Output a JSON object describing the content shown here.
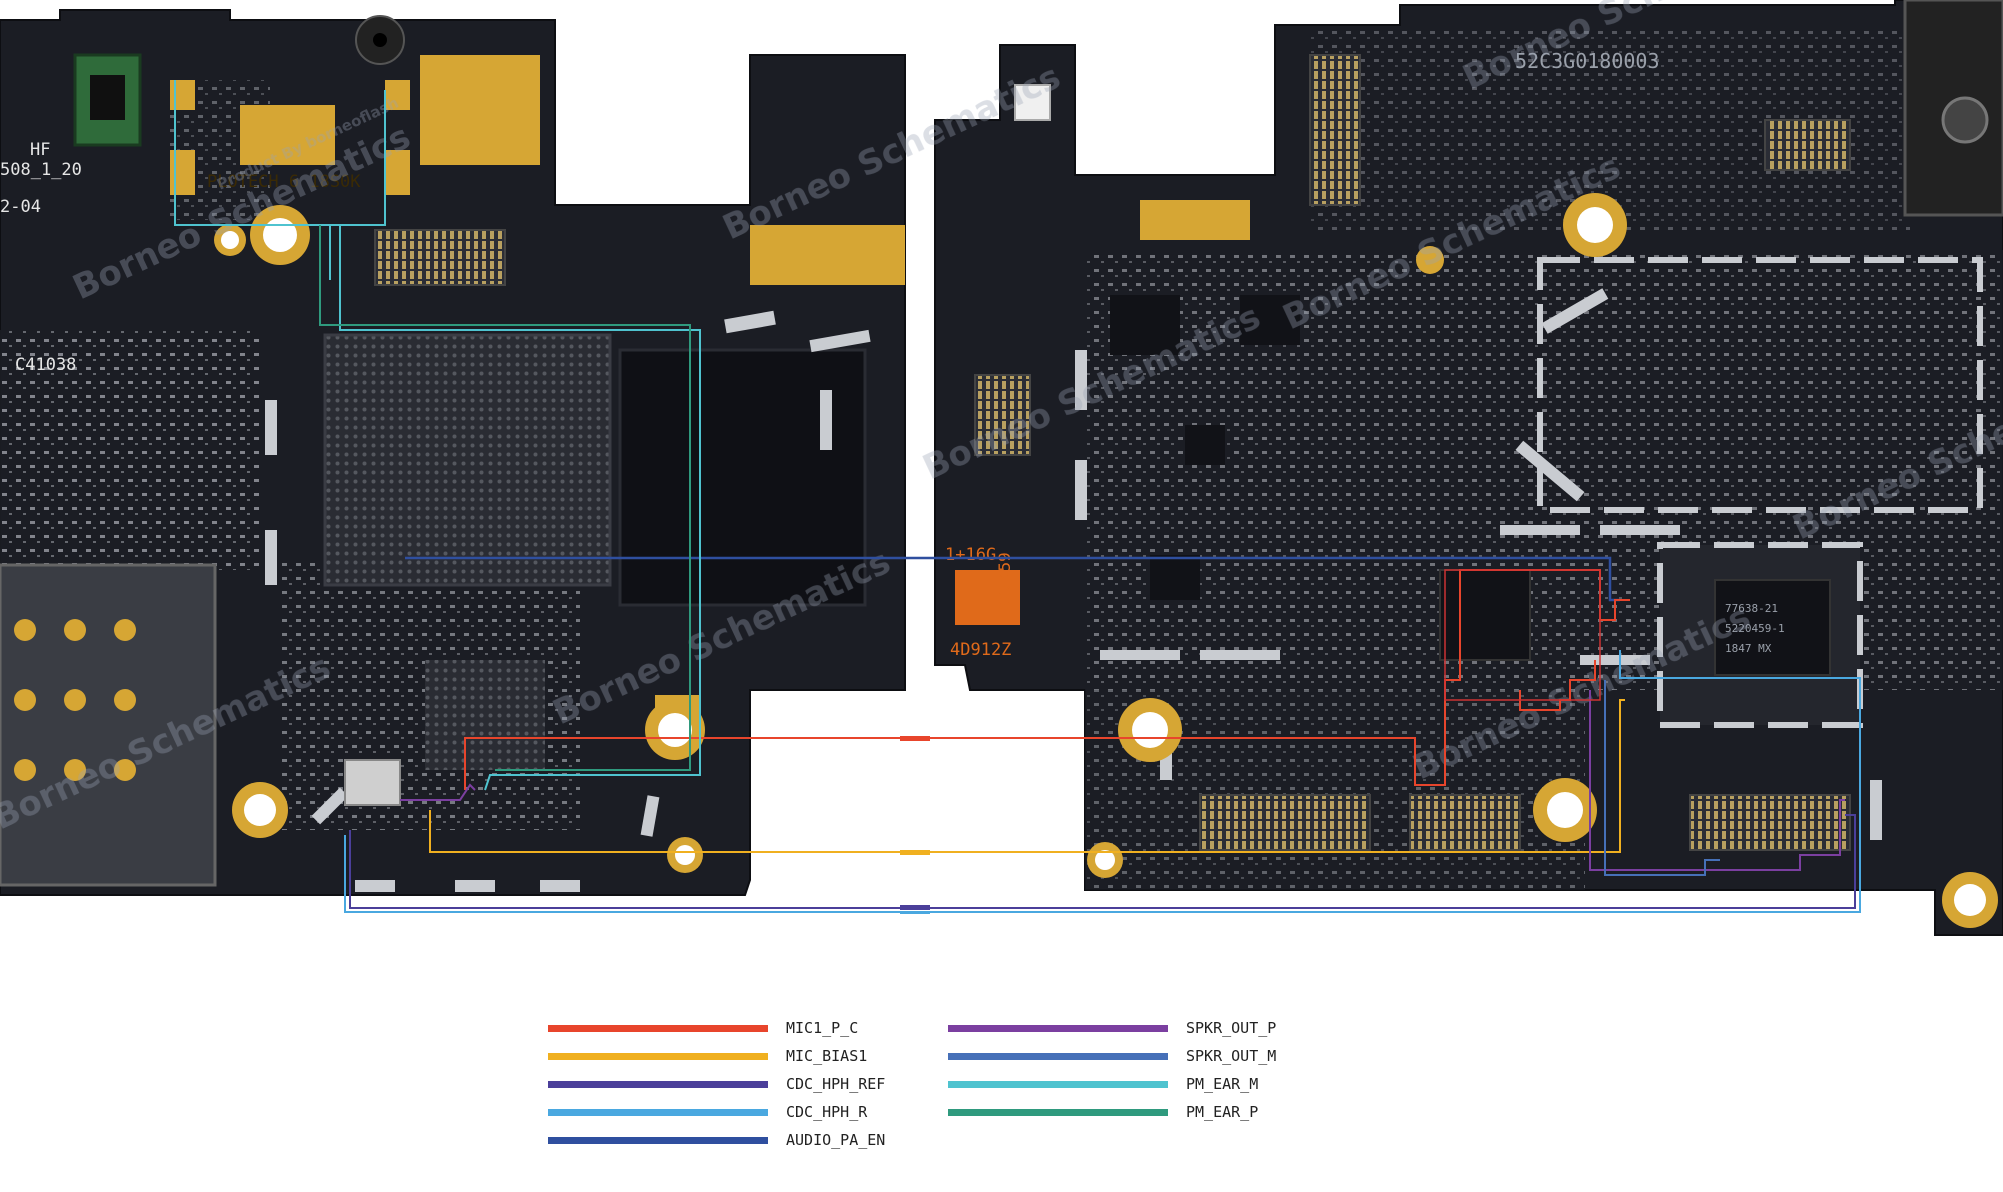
{
  "board": {
    "colors": {
      "pcb": "#1b1d24",
      "pcb_dark": "#111217",
      "gold": "#d6a634",
      "shield_gray": "#2a2c33",
      "pad_silver": "#c9ccd1",
      "silk_white": "#e6e6e6",
      "silk_orange": "#e06a1a",
      "watermark": "#9aa3b5"
    },
    "silkscreen": {
      "hf": "HF",
      "code_508": "508_1_20",
      "date_code": "2-04",
      "plotech": "PLOTECH 6 18S0K",
      "c41038": "C41038",
      "serial": "52C3G0180003",
      "memory": "1+16G",
      "label_4d912z": "4D912Z",
      "label_000459": "000459",
      "chip_label_a": "77638-21",
      "chip_label_b": "5220459-1",
      "chip_label_c": "1847 MX"
    },
    "watermark_text": "Borneo Schematics",
    "watermark_sub": "Product By borneoflash"
  },
  "legend": {
    "left": [
      {
        "label": "MIC1_P_C",
        "color": "#e8452c"
      },
      {
        "label": "MIC_BIAS1",
        "color": "#f0b020"
      },
      {
        "label": "CDC_HPH_REF",
        "color": "#4b3f9a"
      },
      {
        "label": "CDC_HPH_R",
        "color": "#4aa8e0"
      },
      {
        "label": "AUDIO_PA_EN",
        "color": "#2f4f9f"
      }
    ],
    "right": [
      {
        "label": "SPKR_OUT_P",
        "color": "#7b3fa0"
      },
      {
        "label": "SPKR_OUT_M",
        "color": "#4670b8"
      },
      {
        "label": "PM_EAR_M",
        "color": "#4fc3cf"
      },
      {
        "label": "PM_EAR_P",
        "color": "#2f9a7e"
      }
    ]
  }
}
